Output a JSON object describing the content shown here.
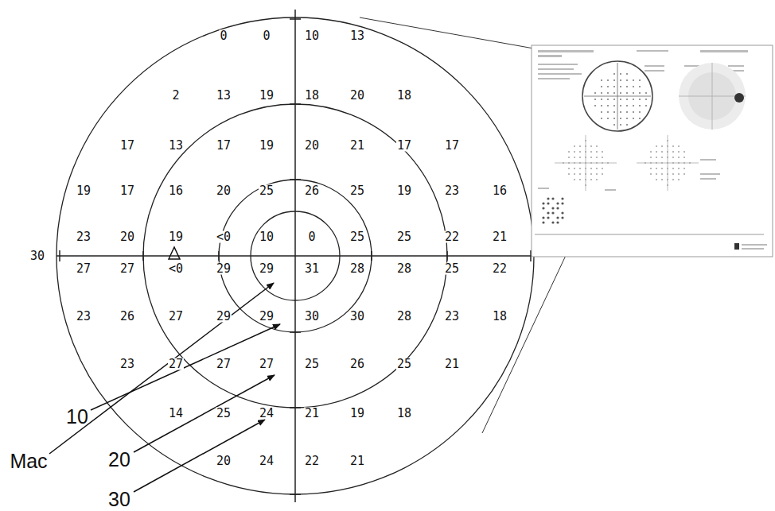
{
  "diagram": {
    "labels": [
      "0",
      "0",
      "10",
      "13",
      "2",
      "13",
      "19",
      "18",
      "20",
      "18",
      "17",
      "13",
      "17",
      "19",
      "20",
      "21",
      "17",
      "17",
      "19",
      "17",
      "16",
      "20",
      "25",
      "26",
      "25",
      "19",
      "23",
      "16",
      "23",
      "20",
      "19",
      "<0",
      "10",
      "0",
      "25",
      "25",
      "22",
      "21",
      "27",
      "27",
      "<0",
      "29",
      "29",
      "31",
      "28",
      "28",
      "25",
      "22",
      "23",
      "26",
      "27",
      "29",
      "29",
      "30",
      "30",
      "28",
      "23",
      "18",
      "23",
      "27",
      "27",
      "27",
      "25",
      "26",
      "25",
      "21",
      "14",
      "25",
      "24",
      "21",
      "19",
      "18",
      "20",
      "24",
      "22",
      "21",
      "30",
      "Mac",
      "10",
      "20",
      "30"
    ]
  }
}
